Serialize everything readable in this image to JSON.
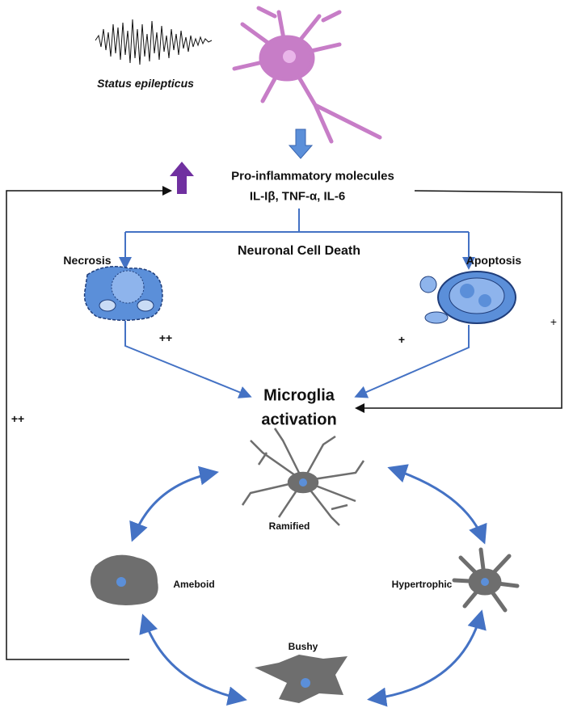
{
  "labels": {
    "status": "Status epilepticus",
    "pro_inflammatory": "Pro-inflammatory molecules",
    "cytokines": "IL-Iβ,  TNF-α, IL-6",
    "neuronal_cell_death": "Neuronal Cell Death",
    "necrosis": "Necrosis",
    "apoptosis": "Apoptosis",
    "necrosis_effect": "++",
    "apoptosis_effect": "+",
    "feedback_right": "+",
    "feedback_left": "++",
    "microglia_1": "Microglia",
    "microglia_2": "activation",
    "ramified": "Ramified",
    "ameboid": "Ameboid",
    "hypertrophic": "Hypertrophic",
    "bushy": "Bushy"
  },
  "colors": {
    "blue_arrow": "#4472C4",
    "purple_arrow": "#7030A0",
    "neuron": "#C77DC7",
    "microglia": "#6E6E6E",
    "cell_blue": "#5B8FD9",
    "feedback_line": "#111111"
  }
}
